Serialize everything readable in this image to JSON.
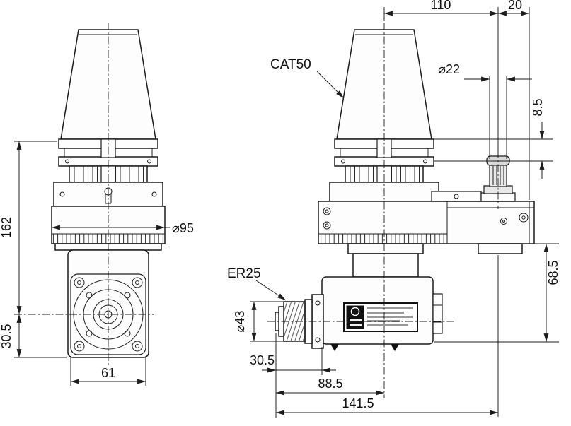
{
  "labels": {
    "taper": "CAT50",
    "collet": "ER25"
  },
  "dims": {
    "top_span": "110",
    "pin_edge": "20",
    "pin_dia": "⌀22",
    "flange_height": "8.5",
    "gauge_to_axis": "162",
    "body_dia": "⌀95",
    "axis_to_bottom": "30.5",
    "face_width": "61",
    "collet_dia": "⌀43",
    "nose_length": "30.5",
    "axis_to_nose": "88.5",
    "overall_length": "141.5",
    "arm_to_face": "68.5"
  }
}
